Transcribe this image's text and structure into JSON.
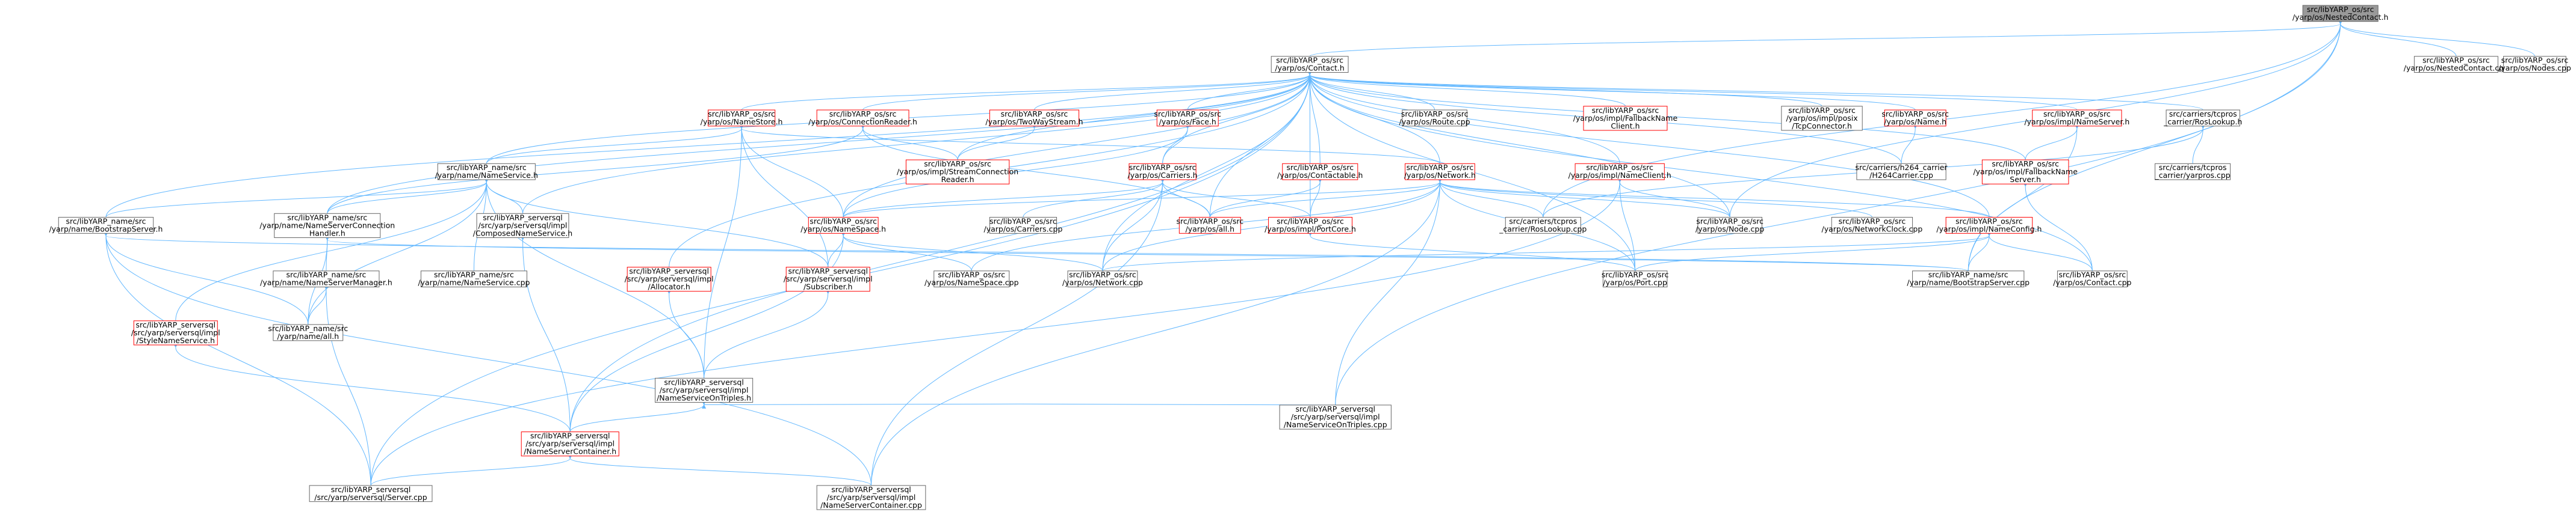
{
  "colors": {
    "edge": "#63b8ff",
    "border_normal": "#666666",
    "border_red": "#ff0000",
    "root_fill": "#999999",
    "node_fill": "#ffffff",
    "text": "#000000"
  },
  "nodes": [
    {
      "id": "root",
      "lines": [
        "src/libYARP_os/src",
        "/yarp/os/NestedContact.h"
      ],
      "kind": "root"
    },
    {
      "id": "contact_h",
      "lines": [
        "src/libYARP_os/src",
        "/yarp/os/Contact.h"
      ],
      "kind": "normal"
    },
    {
      "id": "nestedcontact_cpp",
      "lines": [
        "src/libYARP_os/src",
        "/yarp/os/NestedContact.cpp"
      ],
      "kind": "normal"
    },
    {
      "id": "nodes_cpp",
      "lines": [
        "src/libYARP_os/src",
        "/yarp/os/Nodes.cpp"
      ],
      "kind": "normal"
    },
    {
      "id": "namestore_h",
      "lines": [
        "src/libYARP_os/src",
        "/yarp/os/NameStore.h"
      ],
      "kind": "red"
    },
    {
      "id": "connectionreader_h",
      "lines": [
        "src/libYARP_os/src",
        "/yarp/os/ConnectionReader.h"
      ],
      "kind": "red"
    },
    {
      "id": "twowaystream_h",
      "lines": [
        "src/libYARP_os/src",
        "/yarp/os/TwoWayStream.h"
      ],
      "kind": "red"
    },
    {
      "id": "face_h",
      "lines": [
        "src/libYARP_os/src",
        "/yarp/os/Face.h"
      ],
      "kind": "red"
    },
    {
      "id": "route_cpp",
      "lines": [
        "src/libYARP_os/src",
        "/yarp/os/Route.cpp"
      ],
      "kind": "normal"
    },
    {
      "id": "fallbacknameclient_h",
      "lines": [
        "src/libYARP_os/src",
        "/yarp/os/impl/FallbackName",
        "Client.h"
      ],
      "kind": "red"
    },
    {
      "id": "tcpconnector_h",
      "lines": [
        "src/libYARP_os/src",
        "/yarp/os/impl/posix",
        "/TcpConnector.h"
      ],
      "kind": "normal"
    },
    {
      "id": "name_h",
      "lines": [
        "src/libYARP_os/src",
        "/yarp/os/Name.h"
      ],
      "kind": "red"
    },
    {
      "id": "nameserver_h",
      "lines": [
        "src/libYARP_os/src",
        "/yarp/os/impl/NameServer.h"
      ],
      "kind": "red"
    },
    {
      "id": "roslookup_h",
      "lines": [
        "src/carriers/tcpros",
        "_carrier/RosLookup.h"
      ],
      "kind": "normal"
    },
    {
      "id": "nameservice_h",
      "lines": [
        "src/libYARP_name/src",
        "/yarp/name/NameService.h"
      ],
      "kind": "normal"
    },
    {
      "id": "streamconnectionreader_h",
      "lines": [
        "src/libYARP_os/src",
        "/yarp/os/impl/StreamConnection",
        "Reader.h"
      ],
      "kind": "red"
    },
    {
      "id": "carriers_h",
      "lines": [
        "src/libYARP_os/src",
        "/yarp/os/Carriers.h"
      ],
      "kind": "red"
    },
    {
      "id": "contactable_h",
      "lines": [
        "src/libYARP_os/src",
        "/yarp/os/Contactable.h"
      ],
      "kind": "red"
    },
    {
      "id": "network_h",
      "lines": [
        "src/libYARP_os/src",
        "/yarp/os/Network.h"
      ],
      "kind": "red"
    },
    {
      "id": "nameclient_h",
      "lines": [
        "src/libYARP_os/src",
        "/yarp/os/impl/NameClient.h"
      ],
      "kind": "red"
    },
    {
      "id": "h264carrier_cpp",
      "lines": [
        "src/carriers/h264_carrier",
        "/H264Carrier.cpp"
      ],
      "kind": "normal"
    },
    {
      "id": "fallbacknameserver_h",
      "lines": [
        "src/libYARP_os/src",
        "/yarp/os/impl/FallbackName",
        "Server.h"
      ],
      "kind": "red"
    },
    {
      "id": "tcpros_carrier_yarpros_cpp",
      "lines": [
        "src/carriers/tcpros",
        "_carrier/yarpros.cpp"
      ],
      "kind": "normal"
    },
    {
      "id": "bootstrapserver_h",
      "lines": [
        "src/libYARP_name/src",
        "/yarp/name/BootstrapServer.h"
      ],
      "kind": "normal"
    },
    {
      "id": "nameserverconnectionhandler_h",
      "lines": [
        "src/libYARP_name/src",
        "/yarp/name/NameServerConnection",
        "Handler.h"
      ],
      "kind": "normal"
    },
    {
      "id": "composednameservice_h",
      "lines": [
        "src/libYARP_serversql",
        "/src/yarp/serversql/impl",
        "/ComposedNameService.h"
      ],
      "kind": "normal"
    },
    {
      "id": "namespace_h",
      "lines": [
        "src/libYARP_os/src",
        "/yarp/os/NameSpace.h"
      ],
      "kind": "red"
    },
    {
      "id": "carriers_cpp",
      "lines": [
        "src/libYARP_os/src",
        "/yarp/os/Carriers.cpp"
      ],
      "kind": "normal"
    },
    {
      "id": "all_h_os",
      "lines": [
        "src/libYARP_os/src",
        "/yarp/os/all.h"
      ],
      "kind": "red"
    },
    {
      "id": "portcore_h",
      "lines": [
        "src/libYARP_os/src",
        "/yarp/os/impl/PortCore.h"
      ],
      "kind": "red"
    },
    {
      "id": "roslookup_cpp",
      "lines": [
        "src/carriers/tcpros",
        "_carrier/RosLookup.cpp"
      ],
      "kind": "normal"
    },
    {
      "id": "node_cpp",
      "lines": [
        "src/libYARP_os/src",
        "/yarp/os/Node.cpp"
      ],
      "kind": "normal"
    },
    {
      "id": "networkclock_cpp",
      "lines": [
        "src/libYARP_os/src",
        "/yarp/os/NetworkClock.cpp"
      ],
      "kind": "normal"
    },
    {
      "id": "nameconfig_h",
      "lines": [
        "src/libYARP_os/src",
        "/yarp/os/impl/NameConfig.h"
      ],
      "kind": "red"
    },
    {
      "id": "nameservermanager_h",
      "lines": [
        "src/libYARP_name/src",
        "/yarp/name/NameServerManager.h"
      ],
      "kind": "normal"
    },
    {
      "id": "nameservice_cpp",
      "lines": [
        "src/libYARP_name/src",
        "/yarp/name/NameService.cpp"
      ],
      "kind": "normal"
    },
    {
      "id": "allocator_h",
      "lines": [
        "src/libYARP_serversql",
        "/src/yarp/serversql/impl",
        "/Allocator.h"
      ],
      "kind": "red"
    },
    {
      "id": "subscriber_h",
      "lines": [
        "src/libYARP_serversql",
        "/src/yarp/serversql/impl",
        "/Subscriber.h"
      ],
      "kind": "red"
    },
    {
      "id": "namespace_cpp",
      "lines": [
        "src/libYARP_os/src",
        "/yarp/os/NameSpace.cpp"
      ],
      "kind": "normal"
    },
    {
      "id": "network_cpp",
      "lines": [
        "src/libYARP_os/src",
        "/yarp/os/Network.cpp"
      ],
      "kind": "normal"
    },
    {
      "id": "port_cpp",
      "lines": [
        "src/libYARP_os/src",
        "/yarp/os/Port.cpp"
      ],
      "kind": "normal"
    },
    {
      "id": "bootstrapserver_cpp",
      "lines": [
        "src/libYARP_name/src",
        "/yarp/name/BootstrapServer.cpp"
      ],
      "kind": "normal"
    },
    {
      "id": "contact_cpp",
      "lines": [
        "src/libYARP_os/src",
        "/yarp/os/Contact.cpp"
      ],
      "kind": "normal"
    },
    {
      "id": "stylenameservice_h",
      "lines": [
        "src/libYARP_serversql",
        "/src/yarp/serversql/impl",
        "/StyleNameService.h"
      ],
      "kind": "red"
    },
    {
      "id": "all_h_name",
      "lines": [
        "src/libYARP_name/src",
        "/yarp/name/all.h"
      ],
      "kind": "normal"
    },
    {
      "id": "nameserviceontriples_h",
      "lines": [
        "src/libYARP_serversql",
        "/src/yarp/serversql/impl",
        "/NameServiceOnTriples.h"
      ],
      "kind": "normal"
    },
    {
      "id": "nameservercontainer_h",
      "lines": [
        "src/libYARP_serversql",
        "/src/yarp/serversql/impl",
        "/NameServerContainer.h"
      ],
      "kind": "red"
    },
    {
      "id": "nameserviceontriples_cpp",
      "lines": [
        "src/libYARP_serversql",
        "/src/yarp/serversql/impl",
        "/NameServiceOnTriples.cpp"
      ],
      "kind": "normal"
    },
    {
      "id": "server_cpp",
      "lines": [
        "src/libYARP_serversql",
        "/src/yarp/serversql/Server.cpp"
      ],
      "kind": "normal"
    },
    {
      "id": "nameservercontainer_cpp",
      "lines": [
        "src/libYARP_serversql",
        "/src/yarp/serversql/impl",
        "/NameServerContainer.cpp"
      ],
      "kind": "normal"
    }
  ],
  "edges": [
    [
      "root",
      "contact_h"
    ],
    [
      "root",
      "nestedcontact_cpp"
    ],
    [
      "root",
      "nodes_cpp"
    ],
    [
      "root",
      "roslookup_cpp"
    ],
    [
      "root",
      "node_cpp"
    ],
    [
      "root",
      "nameserviceontriples_cpp"
    ],
    [
      "root",
      "bootstrapserver_cpp"
    ],
    [
      "contact_h",
      "namestore_h"
    ],
    [
      "contact_h",
      "connectionreader_h"
    ],
    [
      "contact_h",
      "twowaystream_h"
    ],
    [
      "contact_h",
      "face_h"
    ],
    [
      "contact_h",
      "route_cpp"
    ],
    [
      "contact_h",
      "fallbacknameclient_h"
    ],
    [
      "contact_h",
      "tcpconnector_h"
    ],
    [
      "contact_h",
      "name_h"
    ],
    [
      "contact_h",
      "nameserver_h"
    ],
    [
      "contact_h",
      "roslookup_h"
    ],
    [
      "contact_h",
      "nameservice_h"
    ],
    [
      "contact_h",
      "carriers_h"
    ],
    [
      "contact_h",
      "contactable_h"
    ],
    [
      "contact_h",
      "network_h"
    ],
    [
      "contact_h",
      "nameclient_h"
    ],
    [
      "contact_h",
      "h264carrier_cpp"
    ],
    [
      "contact_h",
      "fallbacknameserver_h"
    ],
    [
      "contact_h",
      "bootstrapserver_h"
    ],
    [
      "contact_h",
      "nameserverconnectionhandler_h"
    ],
    [
      "contact_h",
      "composednameservice_h"
    ],
    [
      "contact_h",
      "namespace_h"
    ],
    [
      "contact_h",
      "all_h_os"
    ],
    [
      "contact_h",
      "portcore_h"
    ],
    [
      "contact_h",
      "node_cpp"
    ],
    [
      "contact_h",
      "nameconfig_h"
    ],
    [
      "contact_h",
      "allocator_h"
    ],
    [
      "contact_h",
      "network_cpp"
    ],
    [
      "contact_h",
      "port_cpp"
    ],
    [
      "contact_h",
      "contact_cpp"
    ],
    [
      "contact_h",
      "nameservercontainer_h"
    ],
    [
      "contact_h",
      "server_cpp"
    ],
    [
      "contact_h",
      "streamconnectionreader_h"
    ],
    [
      "namestore_h",
      "nameservice_h"
    ],
    [
      "namestore_h",
      "namespace_h"
    ],
    [
      "namestore_h",
      "nameserviceontriples_h"
    ],
    [
      "namestore_h",
      "subscriber_h"
    ],
    [
      "namestore_h",
      "network_h"
    ],
    [
      "connectionreader_h",
      "streamconnectionreader_h"
    ],
    [
      "connectionreader_h",
      "nameserverconnectionhandler_h"
    ],
    [
      "connectionreader_h",
      "all_h_os"
    ],
    [
      "twowaystream_h",
      "streamconnectionreader_h"
    ],
    [
      "face_h",
      "carriers_h"
    ],
    [
      "face_h",
      "namespace_h"
    ],
    [
      "name_h",
      "h264carrier_cpp"
    ],
    [
      "nameserver_h",
      "fallbacknameserver_h"
    ],
    [
      "nameserver_h",
      "bootstrapserver_cpp"
    ],
    [
      "roslookup_h",
      "tcpros_carrier_yarpros_cpp"
    ],
    [
      "roslookup_h",
      "roslookup_cpp"
    ],
    [
      "nameservice_h",
      "bootstrapserver_h"
    ],
    [
      "nameservice_h",
      "nameserverconnectionhandler_h"
    ],
    [
      "nameservice_h",
      "composednameservice_h"
    ],
    [
      "nameservice_h",
      "nameservice_cpp"
    ],
    [
      "nameservice_h",
      "stylenameservice_h"
    ],
    [
      "nameservice_h",
      "all_h_name"
    ],
    [
      "nameservice_h",
      "nameserviceontriples_h"
    ],
    [
      "nameservice_h",
      "subscriber_h"
    ],
    [
      "carriers_h",
      "carriers_cpp"
    ],
    [
      "carriers_h",
      "all_h_os"
    ],
    [
      "carriers_h",
      "portcore_h"
    ],
    [
      "carriers_h",
      "namespace_h"
    ],
    [
      "carriers_h",
      "network_cpp"
    ],
    [
      "carriers_h",
      "nameservercontainer_cpp"
    ],
    [
      "contactable_h",
      "all_h_os"
    ],
    [
      "contactable_h",
      "portcore_h"
    ],
    [
      "network_h",
      "namespace_h"
    ],
    [
      "network_h",
      "all_h_os"
    ],
    [
      "network_h",
      "roslookup_cpp"
    ],
    [
      "network_h",
      "node_cpp"
    ],
    [
      "network_h",
      "networkclock_cpp"
    ],
    [
      "network_h",
      "nameconfig_h"
    ],
    [
      "network_h",
      "network_cpp"
    ],
    [
      "network_h",
      "port_cpp"
    ],
    [
      "network_h",
      "namespace_cpp"
    ],
    [
      "network_h",
      "nameserviceontriples_cpp"
    ],
    [
      "network_h",
      "nameservercontainer_cpp"
    ],
    [
      "nameclient_h",
      "node_cpp"
    ],
    [
      "nameclient_h",
      "port_cpp"
    ],
    [
      "nameclient_h",
      "server_cpp"
    ],
    [
      "fallbacknameserver_h",
      "contact_cpp"
    ],
    [
      "bootstrapserver_h",
      "bootstrapserver_cpp"
    ],
    [
      "bootstrapserver_h",
      "server_cpp"
    ],
    [
      "bootstrapserver_h",
      "all_h_name"
    ],
    [
      "bootstrapserver_h",
      "nameservercontainer_cpp"
    ],
    [
      "nameserverconnectionhandler_h",
      "nameservermanager_h"
    ],
    [
      "nameserverconnectionhandler_h",
      "all_h_name"
    ],
    [
      "nameserverconnectionhandler_h",
      "bootstrapserver_cpp"
    ],
    [
      "composednameservice_h",
      "nameservercontainer_h"
    ],
    [
      "namespace_h",
      "namespace_cpp"
    ],
    [
      "namespace_h",
      "network_cpp"
    ],
    [
      "namespace_h",
      "subscriber_h"
    ],
    [
      "namespace_h",
      "nameservercontainer_h"
    ],
    [
      "portcore_h",
      "port_cpp"
    ],
    [
      "nameconfig_h",
      "port_cpp"
    ],
    [
      "nameconfig_h",
      "bootstrapserver_cpp"
    ],
    [
      "nameconfig_h",
      "contact_cpp"
    ],
    [
      "nameconfig_h",
      "network_cpp"
    ],
    [
      "nameservermanager_h",
      "all_h_name"
    ],
    [
      "nameservermanager_h",
      "server_cpp"
    ],
    [
      "allocator_h",
      "nameserviceontriples_h"
    ],
    [
      "subscriber_h",
      "nameserviceontriples_h"
    ],
    [
      "stylenameservice_h",
      "nameservercontainer_h"
    ],
    [
      "nameserviceontriples_h",
      "nameservercontainer_h"
    ],
    [
      "nameserviceontriples_h",
      "nameserviceontriples_cpp"
    ],
    [
      "nameservercontainer_h",
      "server_cpp"
    ],
    [
      "nameservercontainer_h",
      "nameservercontainer_cpp"
    ]
  ]
}
